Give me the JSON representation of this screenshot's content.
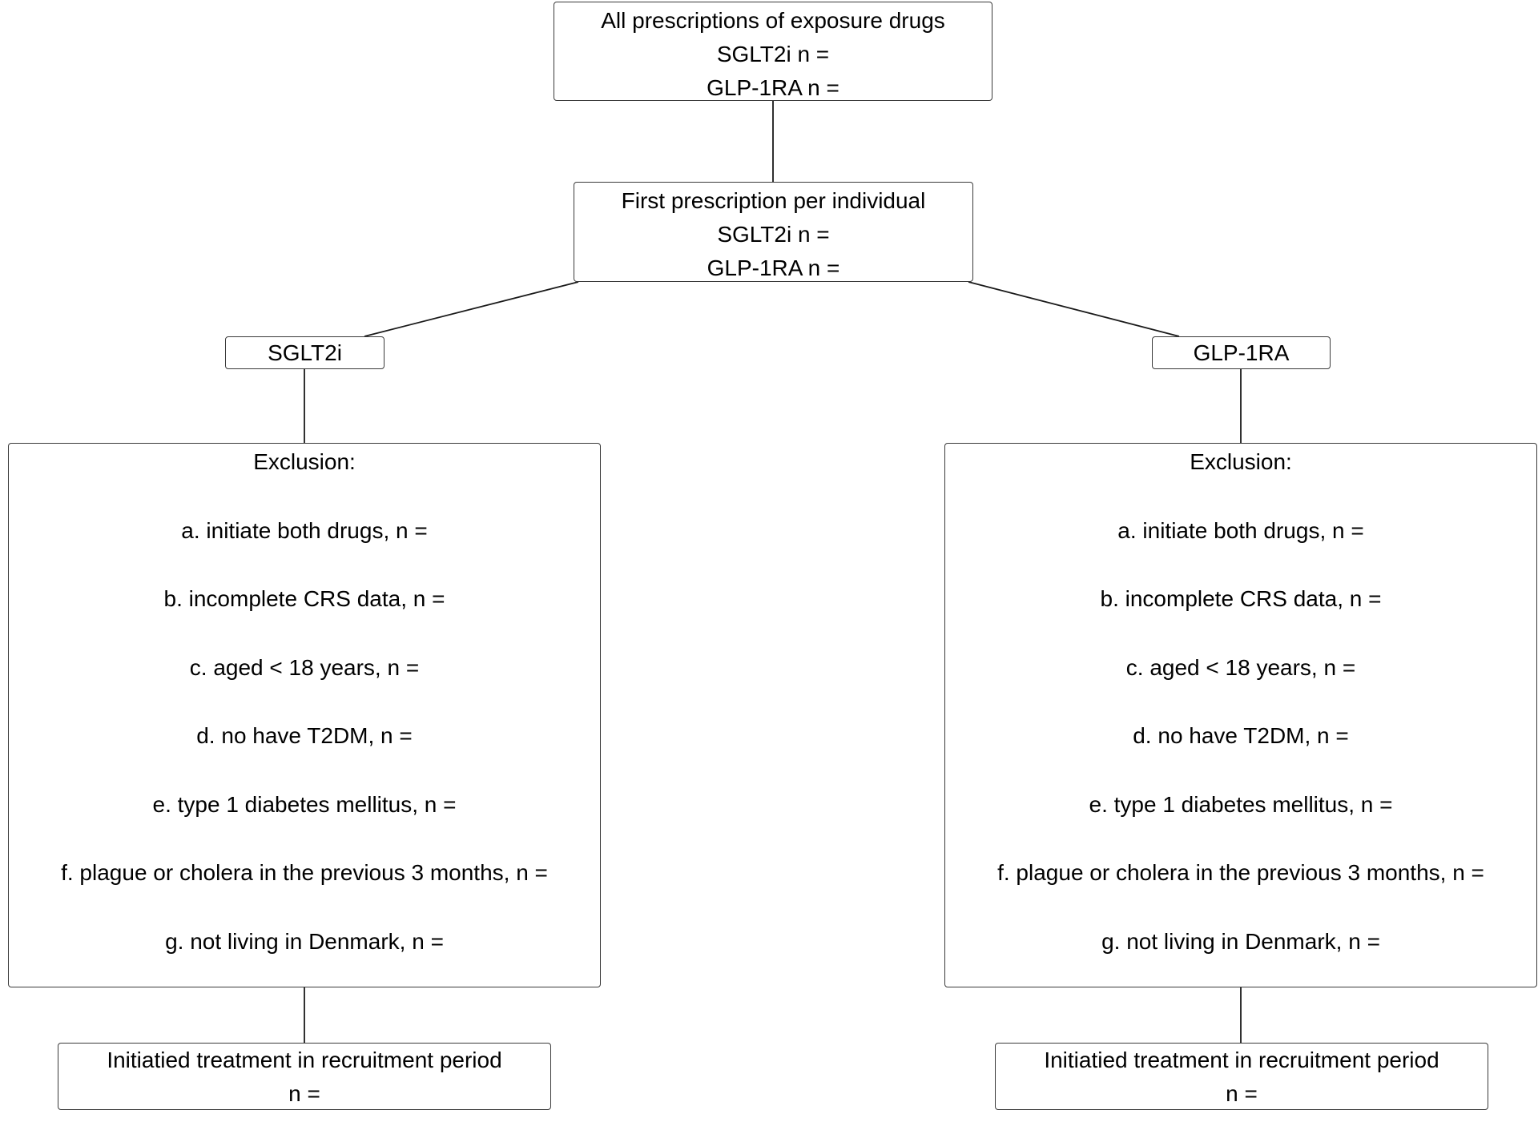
{
  "top_box": {
    "title": "All prescriptions of exposure drugs",
    "sglt2i": "SGLT2i n =",
    "glp1ra": "GLP-1RA n ="
  },
  "first_box": {
    "title": "First prescription per individual",
    "sglt2i": "SGLT2i n =",
    "glp1ra": "GLP-1RA n ="
  },
  "arms": {
    "left_label": "SGLT2i",
    "right_label": "GLP-1RA"
  },
  "exclusion_left": {
    "heading": "Exclusion:",
    "items": [
      "a. initiate both drugs, n =",
      "b. incomplete CRS data, n =",
      "c. aged < 18 years, n =",
      "d. no have T2DM, n =",
      "e. type 1 diabetes mellitus, n =",
      "f. plague or cholera in the previous 3 months, n =",
      "g. not living in Denmark, n ="
    ]
  },
  "exclusion_right": {
    "heading": "Exclusion:",
    "items": [
      "a. initiate both drugs, n =",
      "b. incomplete CRS data, n =",
      "c. aged < 18 years, n =",
      "d. no have T2DM, n =",
      "e. type 1 diabetes mellitus, n =",
      "f. plague or cholera in the previous 3 months, n =",
      "g. not living in Denmark, n ="
    ]
  },
  "result_left": {
    "title": "Initiatied treatment in recruitment period",
    "count": "n ="
  },
  "result_right": {
    "title": "Initiatied treatment in recruitment period",
    "count": "n ="
  },
  "colors": {
    "border": "#3a3a3a",
    "connector": "#1a1a1a",
    "background": "#ffffff",
    "text": "#000000"
  }
}
